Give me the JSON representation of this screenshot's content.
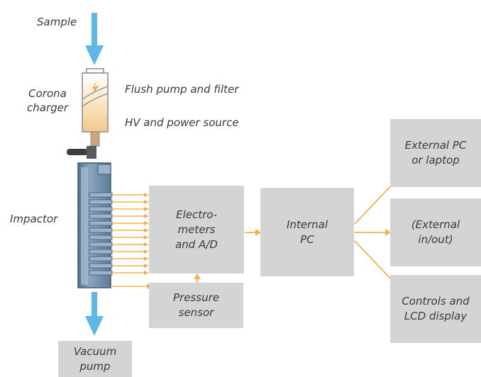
{
  "labels": {
    "sample": "Sample",
    "corona_charger": "Corona\ncharger",
    "flush_pump": "Flush pump and filter",
    "hv_power": "HV and power source",
    "impactor": "Impactor"
  },
  "boxes": {
    "electrometers": "Electro-\nmeters\nand A/D",
    "pressure_sensor": "Pressure\nsensor",
    "internal_pc": "Internal\nPC",
    "external_pc": "External PC\nor laptop",
    "external_io": "(External\nin/out)",
    "controls_lcd": "Controls and\nLCD display",
    "vacuum_pump": "Vacuum\npump"
  },
  "colors": {
    "arrow_blue": "#5bb8e8",
    "arrow_orange": "#f5b04e",
    "box_fill": "#d4d4d4",
    "impactor_blue": "#6e8fab",
    "charger_orange": "#f7d9a8"
  }
}
